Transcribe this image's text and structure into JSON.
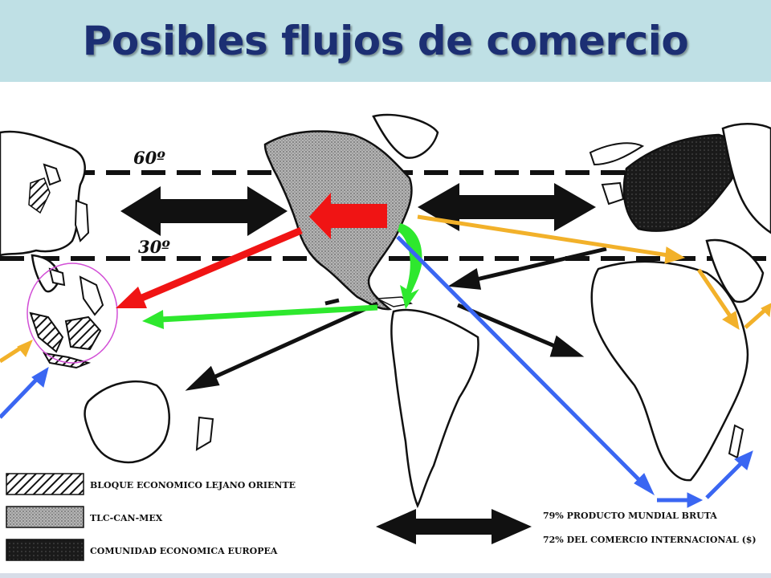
{
  "title": "Posibles flujos de comercio",
  "latitudes": {
    "lat60": "60º",
    "lat30": "30º"
  },
  "legend": {
    "far_east": "BLOQUE ECONOMICO LEJANO ORIENTE",
    "nafta": "TLC-CAN-MEX",
    "eec": "COMUNIDAD ECONOMICA EUROPEA"
  },
  "stats": {
    "gdp": "79% PRODUCTO MUNDIAL BRUTA",
    "trade": "72% DEL COMERCIO INTERNACIONAL ($)"
  },
  "colors": {
    "title": "#1c2f73",
    "title_bar": "#bfe0e5",
    "red_arrow": "#f01414",
    "green_arrow": "#2ee82e",
    "blue_arrow": "#3a66f2",
    "orange_arrow": "#f2b12a",
    "black_arrow": "#111111"
  }
}
